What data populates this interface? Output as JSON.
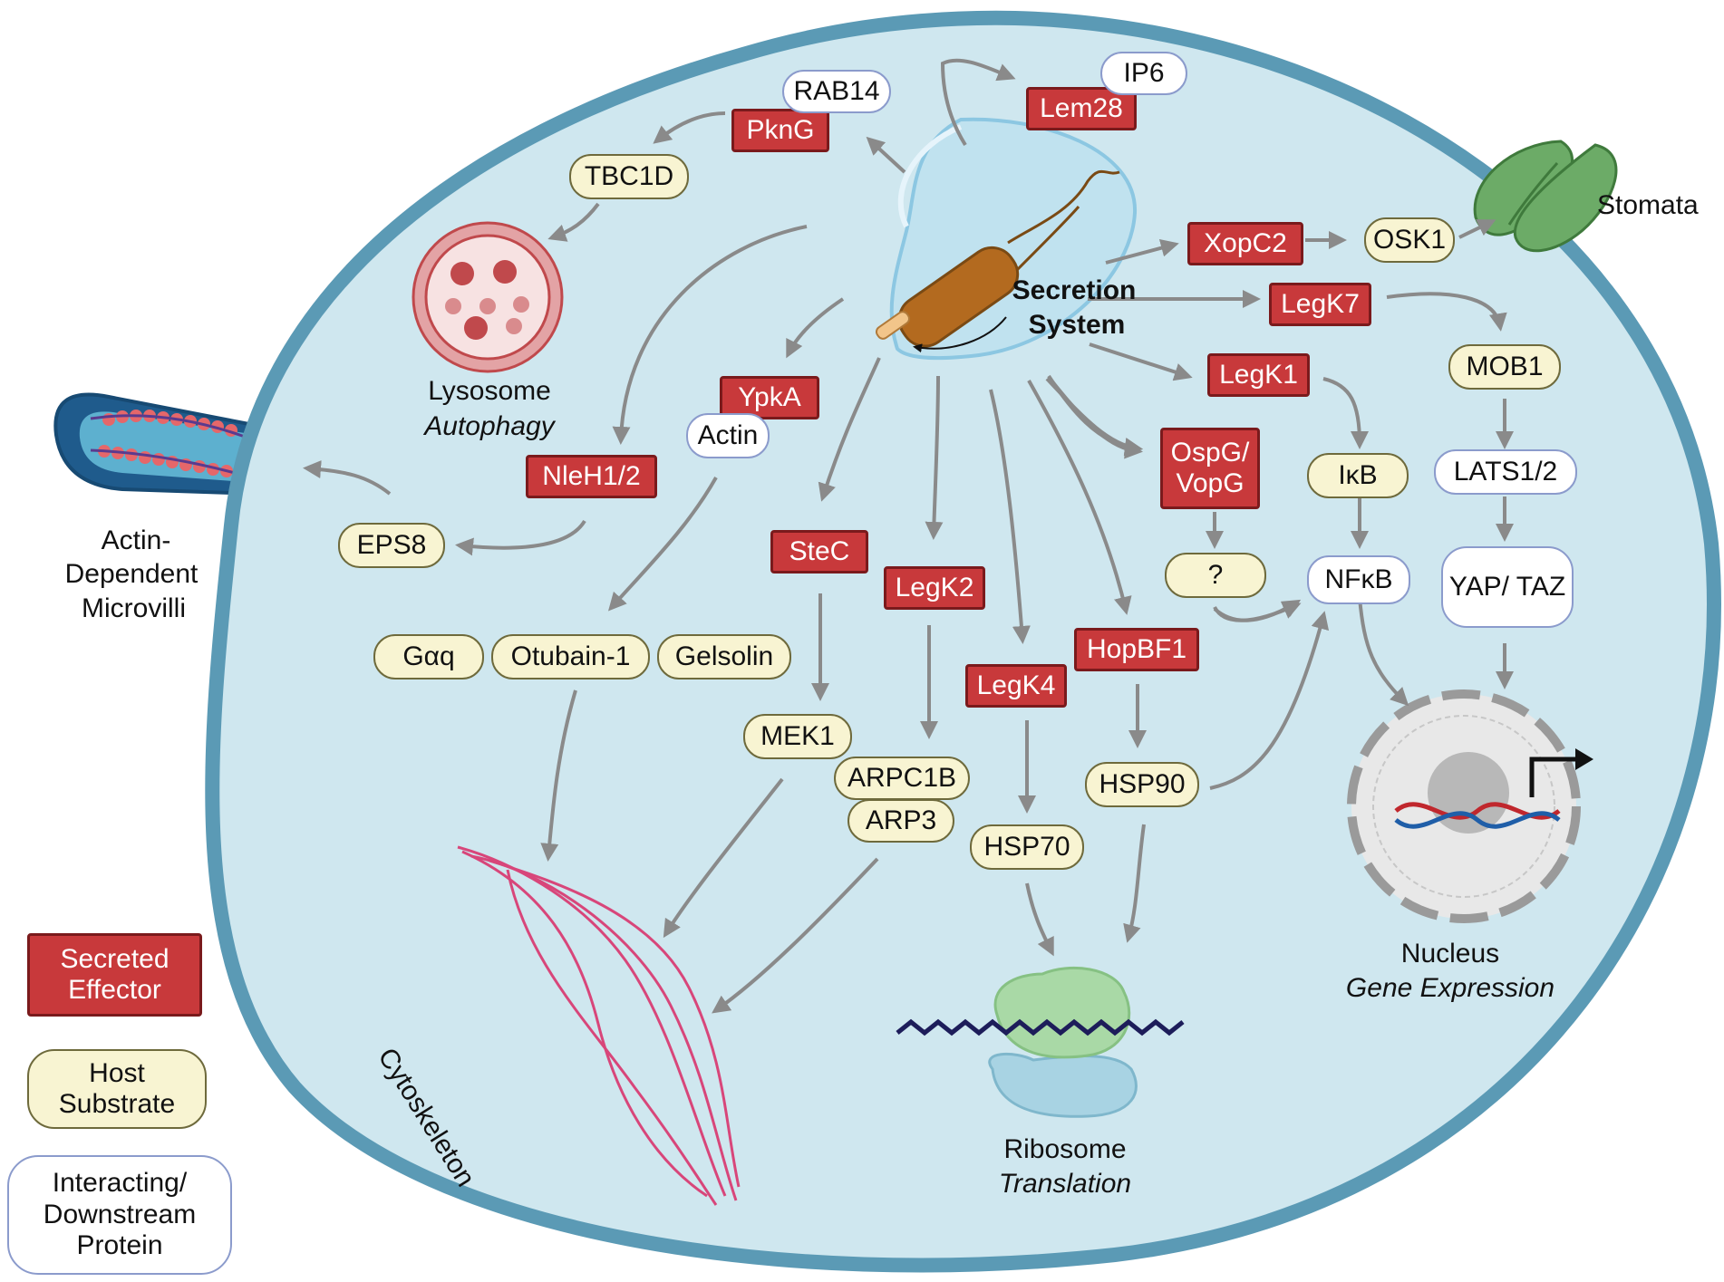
{
  "effectors": {
    "lem28": "Lem28",
    "pkng": "PknG",
    "xopc2": "XopC2",
    "legk7": "LegK7",
    "legk1": "LegK1",
    "ypka": "YpkA",
    "nleh": "NleH1/2",
    "ospg": "OspG/ VopG",
    "stec": "SteC",
    "legk2": "LegK2",
    "legk4": "LegK4",
    "hopbf1": "HopBF1"
  },
  "substrates": {
    "tbc1d": "TBC1D",
    "osk1": "OSK1",
    "mob1": "MOB1",
    "ikb": "IκB",
    "eps8": "EPS8",
    "question": "?",
    "gaq": "Gαq",
    "otubain": "Otubain-1",
    "gelsolin": "Gelsolin",
    "mek1": "MEK1",
    "arpc1b": "ARPC1B",
    "arp3": "ARP3",
    "hsp90": "HSP90",
    "hsp70": "HSP70"
  },
  "interactors": {
    "ip6": "IP6",
    "rab14": "RAB14",
    "actin": "Actin",
    "lats": "LATS1/2",
    "nfkb": "NFκB",
    "yaptaz": "YAP/ TAZ"
  },
  "labels": {
    "secretion_line1": "Secretion",
    "secretion_line2": "System",
    "stomata": "Stomata",
    "lysosome": "Lysosome",
    "autophagy": "Autophagy",
    "microvilli_1": "Actin-",
    "microvilli_2": "Dependent",
    "microvilli_3": "Microvilli",
    "cytoskeleton": "Cytoskeleton",
    "ribosome": "Ribosome",
    "translation": "Translation",
    "nucleus": "Nucleus",
    "gene_expression": "Gene Expression"
  },
  "legend": {
    "effector": "Secreted Effector",
    "substrate": "Host Substrate",
    "interactor": "Interacting/ Downstream Protein"
  },
  "colors": {
    "cell_fill": "#cfe7ef",
    "cell_border": "#5b9ab5",
    "effector": "#c8393b",
    "substrate": "#f8f4d2",
    "interactor": "#ffffff",
    "arrow": "#8a8a8a"
  }
}
